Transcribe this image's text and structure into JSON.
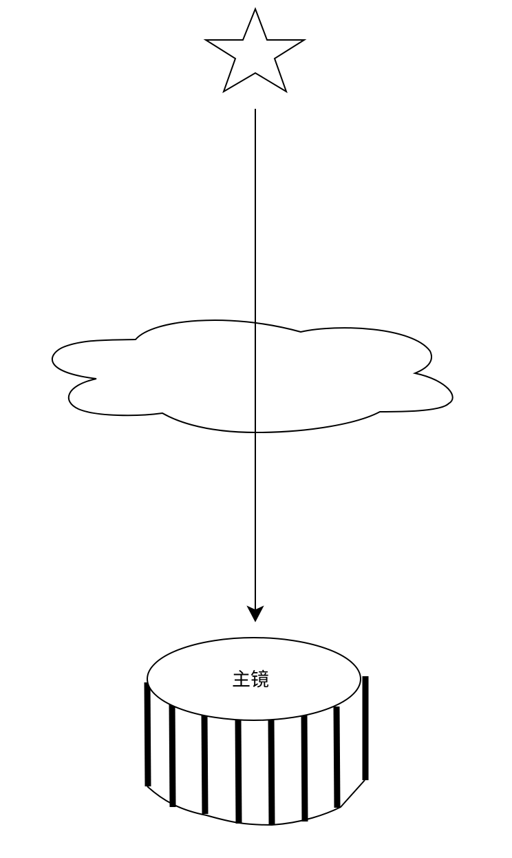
{
  "diagram": {
    "elements": [
      {
        "id": "star",
        "icon": "star-icon"
      },
      {
        "id": "light-ray",
        "icon": "arrow-down-icon"
      },
      {
        "id": "atmosphere",
        "icon": "cloud-icon"
      },
      {
        "id": "primary-mirror",
        "icon": "cylinder-icon"
      }
    ],
    "primary_mirror": {
      "label": "主镜"
    },
    "colors": {
      "stroke": "#000000",
      "background": "#ffffff"
    }
  }
}
